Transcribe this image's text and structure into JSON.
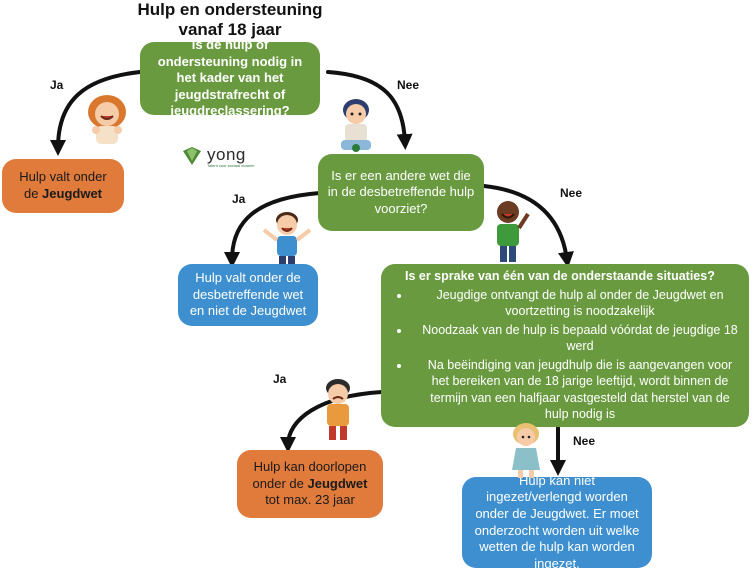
{
  "title_line1": "Hulp en ondersteuning",
  "title_line2": "vanaf 18 jaar",
  "q1": "Is de hulp of ondersteuning nodig in het kader van het jeugdstrafrecht of jeugdreclassering?",
  "q2": "Is er een andere wet die in de desbetreffende hulp voorziet?",
  "q3": {
    "question": "Is er sprake van één van de onderstaande situaties?",
    "items": [
      "Jeugdige ontvangt de hulp al onder de Jeugdwet en voortzetting is noodzakelijk",
      "Noodzaak van de hulp is bepaald vóórdat de jeugdige 18 werd",
      "Na beëindiging van jeugdhulp die is aangevangen voor het bereiken van de 18 jarige leeftijd, wordt binnen de termijn van een halfjaar vastgesteld dat herstel van de hulp nodig is"
    ]
  },
  "outcome1": {
    "pre": "Hulp valt onder de ",
    "bold": "Jeugdwet"
  },
  "outcome2": "Hulp valt onder de desbetreffende wet en niet de Jeugdwet",
  "outcome3": {
    "pre": "Hulp kan doorlopen onder de ",
    "bold": "Jeugdwet",
    "post": " tot max. 23 jaar"
  },
  "outcome4": "Hulp kan niet ingezet/verlengd worden onder de Jeugdwet. Er moet onderzocht worden uit welke wetten de hulp kan worden ingezet.",
  "labels": {
    "ja": "Ja",
    "nee": "Nee"
  },
  "logo": {
    "name": "yong",
    "tagline": "Talent voor sociaal domein"
  },
  "colors": {
    "green": "#6a9a40",
    "orange": "#e07b3c",
    "blue": "#3e8fcf"
  }
}
